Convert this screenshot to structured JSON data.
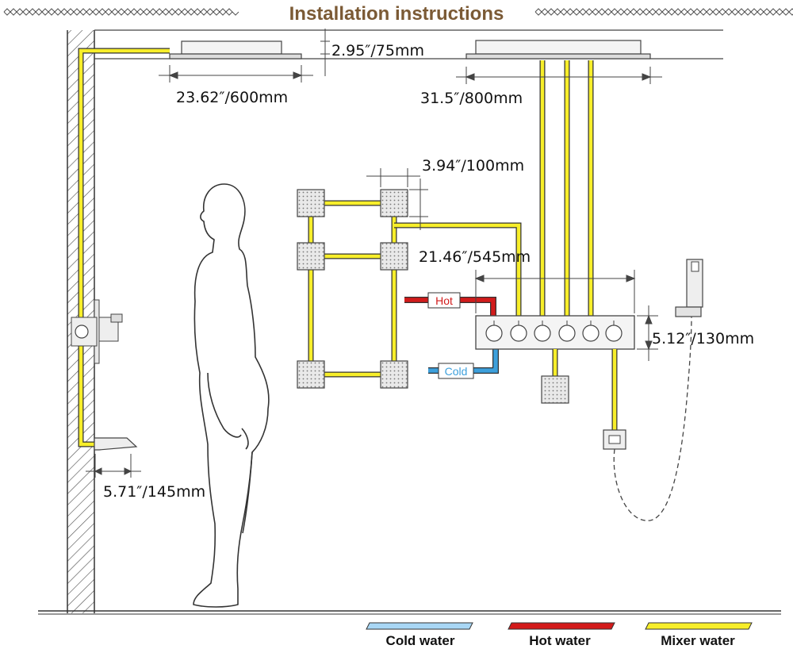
{
  "title": "Installation instructions",
  "dimensions": {
    "ceiling_depth": "2.95″/75mm",
    "small_head_width": "23.62″/600mm",
    "large_head_width": "31.5″/800mm",
    "jet_size": "3.94″/100mm",
    "valve_span": "21.46″/545mm",
    "valve_height": "5.12″/130mm",
    "spout_length": "5.71″/145mm"
  },
  "inlets": {
    "hot": "Hot",
    "cold": "Cold"
  },
  "legend": {
    "cold": "Cold water",
    "hot": "Hot water",
    "mixer": "Mixer water"
  },
  "colors": {
    "title": "#7b5a35",
    "cold": "#3da0dc",
    "hot": "#d21b1b",
    "mixer": "#f7ee2a",
    "cold_legend": "#a9d7f5"
  }
}
